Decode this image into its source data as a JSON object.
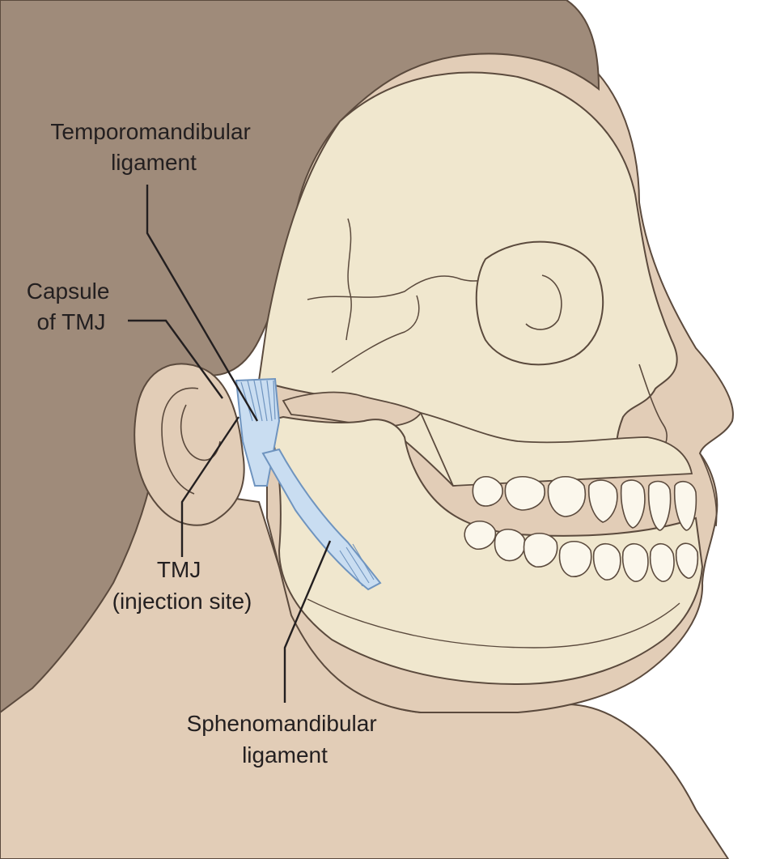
{
  "colors": {
    "background": "#ffffff",
    "hair": "#9f8b7a",
    "skin": "#e2cdb7",
    "bone": "#f0e7ce",
    "ligament": "#c9ddf1",
    "ligament_outline": "#6f94bf",
    "outline": "#5b4a3d",
    "label_text": "#231f20"
  },
  "labels": {
    "temporomandibular": [
      "Temporomandibular",
      "ligament"
    ],
    "capsule": [
      "Capsule",
      "of TMJ"
    ],
    "tmj": [
      "TMJ",
      "(injection site)"
    ],
    "sphenomandibular": [
      "Sphenomandibular",
      "ligament"
    ]
  }
}
